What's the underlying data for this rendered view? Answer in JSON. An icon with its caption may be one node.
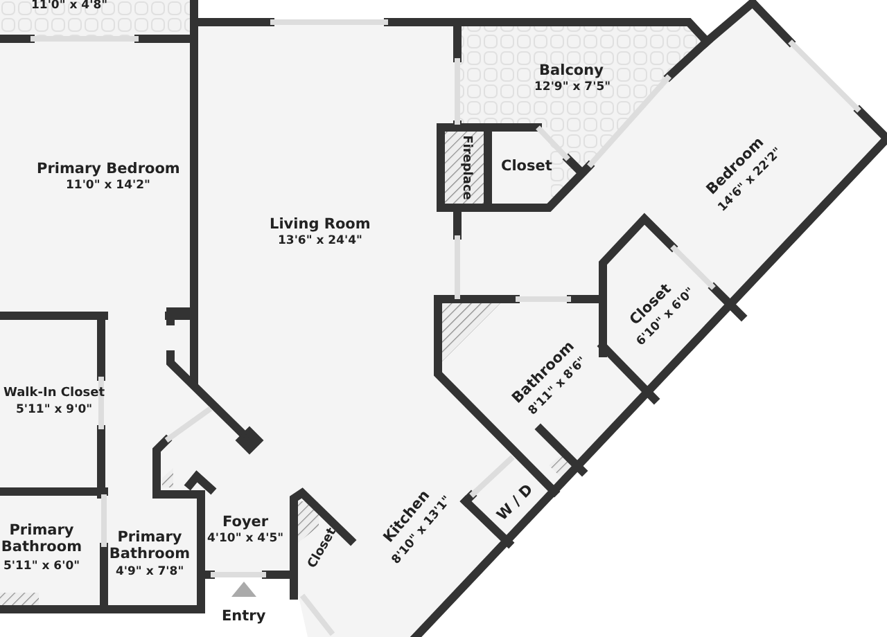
{
  "diagram": {
    "labels": [
      "11'0\" x 4'8\"",
      "Balcony",
      "12'9\" x 7'5\"",
      "Primary Bedroom",
      "11'0\" x 14'2\"",
      "Fireplace",
      "Closet",
      "Bedroom",
      "14'6\" x 22'2\"",
      "Living Room",
      "13'6\" x 24'4\"",
      "Closet",
      "6'10\" x 6'0\"",
      "Bathroom",
      "8'11\" x 8'6\"",
      "Walk-In Closet",
      "5'11\" x 9'0\"",
      "W / D",
      "Primary Bathroom",
      "5'11\" x 6'0\"",
      "Primary Bathroom",
      "4'9\" x 7'8\"",
      "Foyer",
      "4'10\" x 4'5\"",
      "Closet",
      "Kitchen",
      "8'10\" x 13'1\"",
      "Entry"
    ]
  }
}
